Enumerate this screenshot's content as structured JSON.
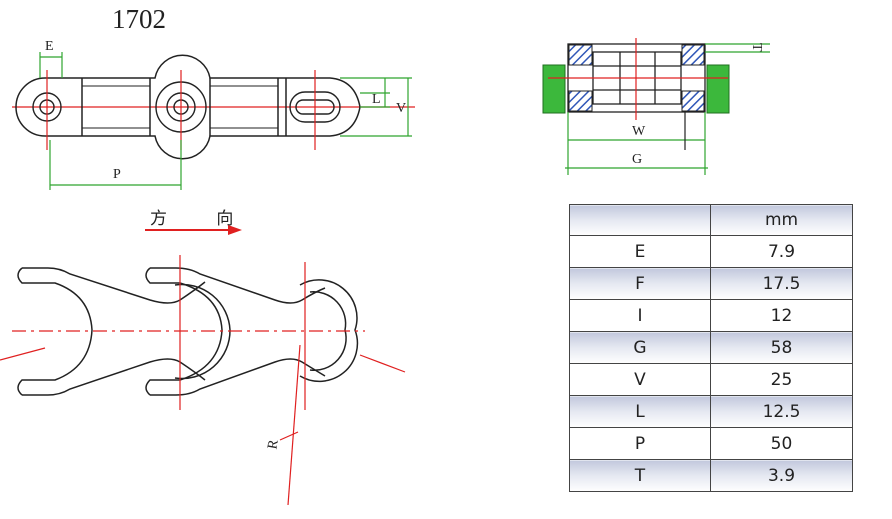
{
  "model_label": "1702",
  "direction_label": "方 向",
  "top_view_dims": {
    "e": "E",
    "p": "P",
    "l": "L",
    "v": "V"
  },
  "section_view_dims": {
    "t": "T",
    "w": "W",
    "g": "G"
  },
  "curve_view_dims": {
    "r": "R"
  },
  "spec_table": {
    "unit_header": "mm",
    "rows": [
      {
        "param": "E",
        "value": "7.9"
      },
      {
        "param": "F",
        "value": "17.5"
      },
      {
        "param": "I",
        "value": "12"
      },
      {
        "param": "G",
        "value": "58"
      },
      {
        "param": "V",
        "value": "25"
      },
      {
        "param": "L",
        "value": "12.5"
      },
      {
        "param": "P",
        "value": "50"
      },
      {
        "param": "T",
        "value": "3.9"
      }
    ]
  },
  "colors": {
    "dimension_green": "#2fa52f",
    "centerline_red": "#e02020",
    "block_green": "#3cb83c",
    "hatch_blue": "#3057b8"
  }
}
